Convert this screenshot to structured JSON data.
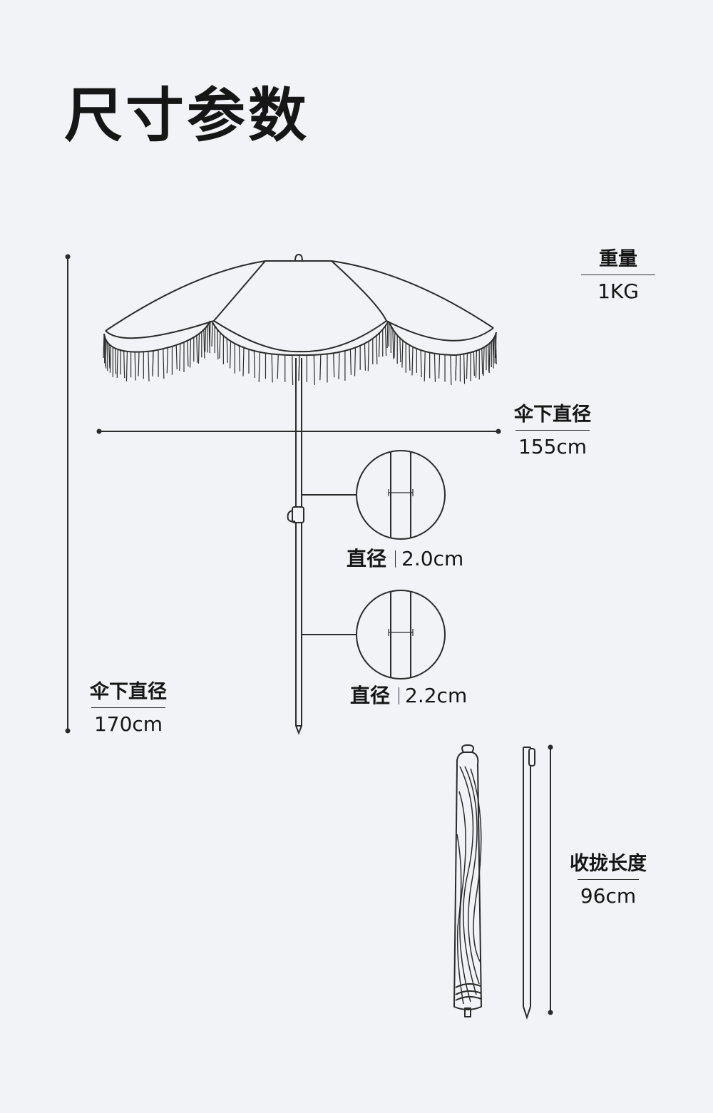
{
  "title": "尺寸参数",
  "weight": {
    "label": "重量",
    "value": "1KG"
  },
  "canopy_diameter": {
    "label": "伞下直径",
    "value": "155cm"
  },
  "total_height": {
    "label": "伞下直径",
    "value": "170cm"
  },
  "upper_pole": {
    "label": "直径",
    "value": "2.0cm"
  },
  "lower_pole": {
    "label": "直径",
    "value": "2.2cm"
  },
  "folded_length": {
    "label": "收拢长度",
    "value": "96cm"
  },
  "colors": {
    "background": "#f2f3f7",
    "line": "#2b2b2b",
    "text": "#161616"
  }
}
